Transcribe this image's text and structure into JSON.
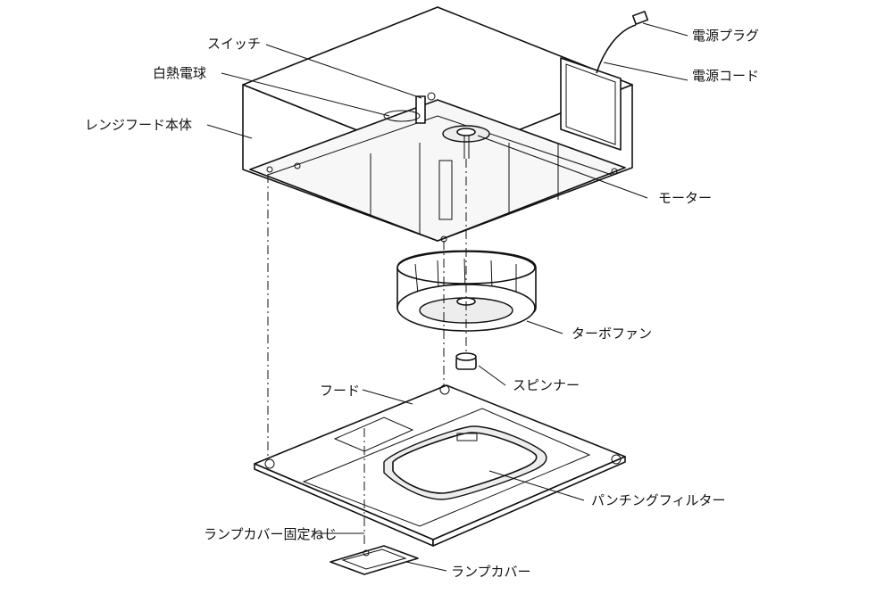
{
  "labels": {
    "power_plug": "電源プラグ",
    "power_cord": "電源コード",
    "switch": "スイッチ",
    "bulb": "白熱電球",
    "range_hood_body": "レンジフード本体",
    "motor": "モーター",
    "turbo_fan": "ターボファン",
    "spinner": "スピンナー",
    "hood": "フード",
    "punching_filter": "パンチングフィルター",
    "lamp_cover_screw": "ランプカバー固定ねじ",
    "lamp_cover": "ランプカバー"
  }
}
